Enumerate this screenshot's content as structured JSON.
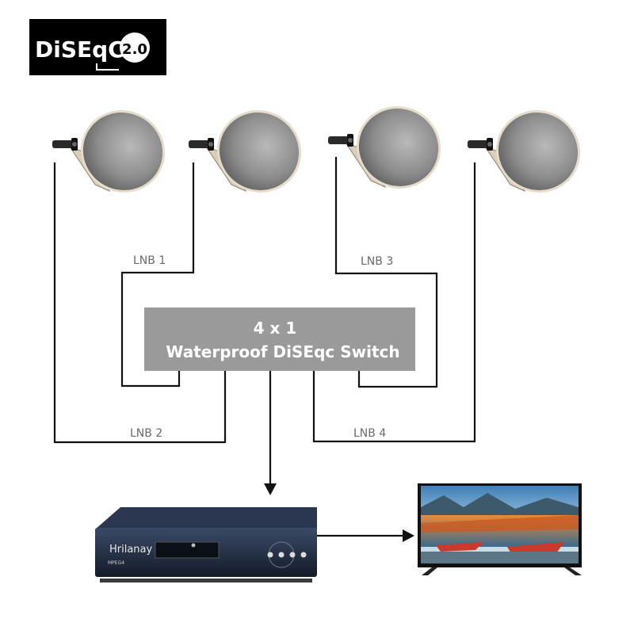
{
  "logo": {
    "text": "DiSEqC",
    "version": "2.0"
  },
  "switch": {
    "line1": "4 x 1",
    "line2": "Waterproof DiSEqc Switch"
  },
  "labels": {
    "lnb1": "LNB 1",
    "lnb2": "LNB 2",
    "lnb3": "LNB 3",
    "lnb4": "LNB 4"
  },
  "receiver": {
    "brand": "Hrilanay",
    "model": "MPEG4"
  },
  "colors": {
    "switch_bg": "#9a9a9a",
    "wire": "#111111",
    "receiver_body": "#1f2a3e",
    "logo_bg": "#000000"
  }
}
